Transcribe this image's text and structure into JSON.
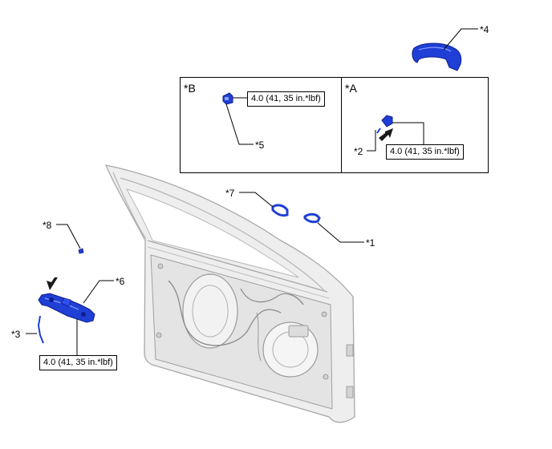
{
  "insets": {
    "b_title": "*B",
    "a_title": "*A"
  },
  "callouts": {
    "c1": "*1",
    "c2": "*2",
    "c3": "*3",
    "c4": "*4",
    "c5": "*5",
    "c6": "*6",
    "c7": "*7",
    "c8": "*8"
  },
  "torque": {
    "inset_b": "4.0 (41, 35 in.*lbf)",
    "inset_a": "4.0 (41, 35 in.*lbf)",
    "frame": "4.0 (41, 35 in.*lbf)"
  },
  "colors": {
    "part_blue": "#1f3fd6",
    "part_dark": "#0e1f8c",
    "door_fill": "#eeeeee",
    "door_line": "#a8a8a8",
    "line": "#000000"
  }
}
